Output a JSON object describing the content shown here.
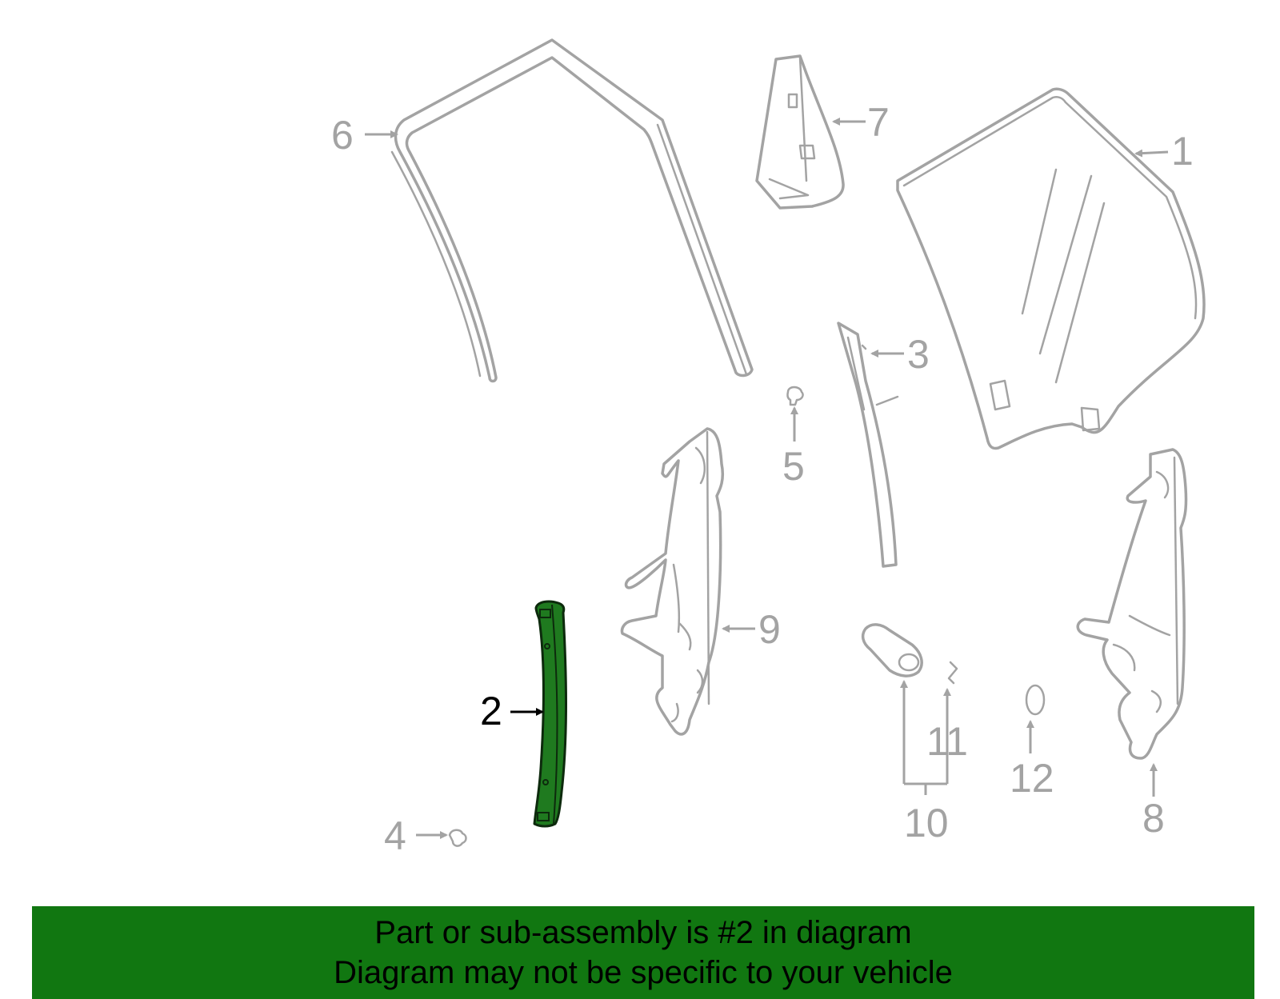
{
  "callouts": {
    "c1": "1",
    "c2": "2",
    "c3": "3",
    "c4": "4",
    "c5": "5",
    "c6": "6",
    "c7": "7",
    "c8": "8",
    "c9": "9",
    "c10": "10",
    "c11": "11",
    "c12": "12"
  },
  "highlighted_part": "2",
  "banner": {
    "line1": "Part or sub-assembly is #2 in diagram",
    "line2": "Diagram may not be specific to your vehicle"
  },
  "colors": {
    "highlight": "#1f7a1f",
    "banner": "#117711",
    "part_lines": "#a3a3a3"
  }
}
